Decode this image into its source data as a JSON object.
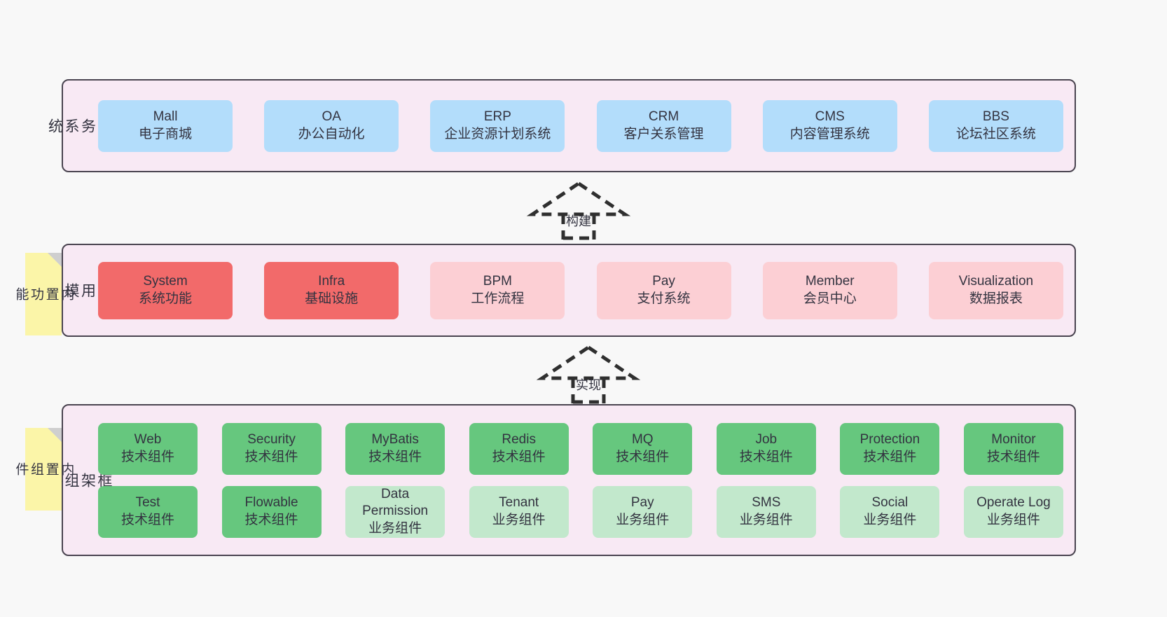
{
  "diagram": {
    "background": "#f8f8f8",
    "panel_bg": "#f8e9f4",
    "panel_border": "#4a4450",
    "sticky_bg": "#fbf5a8",
    "sticky_fold": "#cfcfcf"
  },
  "layers": {
    "business": {
      "title": "业\n务\n系\n统",
      "color": "#b3ddfb",
      "nodes": [
        {
          "en": "Mall",
          "cn": "电子商城"
        },
        {
          "en": "OA",
          "cn": "办公自动化"
        },
        {
          "en": "ERP",
          "cn": "企业资源计划系统"
        },
        {
          "en": "CRM",
          "cn": "客户关系管理"
        },
        {
          "en": "CMS",
          "cn": "内容管理系统"
        },
        {
          "en": "BBS",
          "cn": "论坛社区系统"
        }
      ]
    },
    "common": {
      "title": "通\n用\n模\n块",
      "sticky": "内\n置\n功\n能",
      "color_strong": "#f26a6a",
      "color_light": "#fccfd4",
      "nodes": [
        {
          "en": "System",
          "cn": "系统功能",
          "tone": "strong"
        },
        {
          "en": "Infra",
          "cn": "基础设施",
          "tone": "strong"
        },
        {
          "en": "BPM",
          "cn": "工作流程",
          "tone": "light"
        },
        {
          "en": "Pay",
          "cn": "支付系统",
          "tone": "light"
        },
        {
          "en": "Member",
          "cn": "会员中心",
          "tone": "light"
        },
        {
          "en": "Visualization",
          "cn": "数据报表",
          "tone": "light"
        }
      ]
    },
    "framework": {
      "title": "框\n架\n组\n件",
      "sticky": "内\n置\n组\n件",
      "color_strong": "#66c77e",
      "color_light": "#c2e8cc",
      "row_top": [
        {
          "en": "Web",
          "cn": "技术组件",
          "tone": "strong"
        },
        {
          "en": "Security",
          "cn": "技术组件",
          "tone": "strong"
        },
        {
          "en": "MyBatis",
          "cn": "技术组件",
          "tone": "strong"
        },
        {
          "en": "Redis",
          "cn": "技术组件",
          "tone": "strong"
        },
        {
          "en": "MQ",
          "cn": "技术组件",
          "tone": "strong"
        },
        {
          "en": "Job",
          "cn": "技术组件",
          "tone": "strong"
        },
        {
          "en": "Protection",
          "cn": "技术组件",
          "tone": "strong"
        },
        {
          "en": "Monitor",
          "cn": "技术组件",
          "tone": "strong"
        }
      ],
      "row_bottom": [
        {
          "en": "Test",
          "cn": "技术组件",
          "tone": "strong"
        },
        {
          "en": "Flowable",
          "cn": "技术组件",
          "tone": "strong"
        },
        {
          "en": "Data Permission",
          "cn": "业务组件",
          "tone": "light"
        },
        {
          "en": "Tenant",
          "cn": "业务组件",
          "tone": "light"
        },
        {
          "en": "Pay",
          "cn": "业务组件",
          "tone": "light"
        },
        {
          "en": "SMS",
          "cn": "业务组件",
          "tone": "light"
        },
        {
          "en": "Social",
          "cn": "业务组件",
          "tone": "light"
        },
        {
          "en": "Operate Log",
          "cn": "业务组件",
          "tone": "light"
        }
      ]
    }
  },
  "connectors": [
    {
      "label": "构建"
    },
    {
      "label": "实现"
    }
  ]
}
